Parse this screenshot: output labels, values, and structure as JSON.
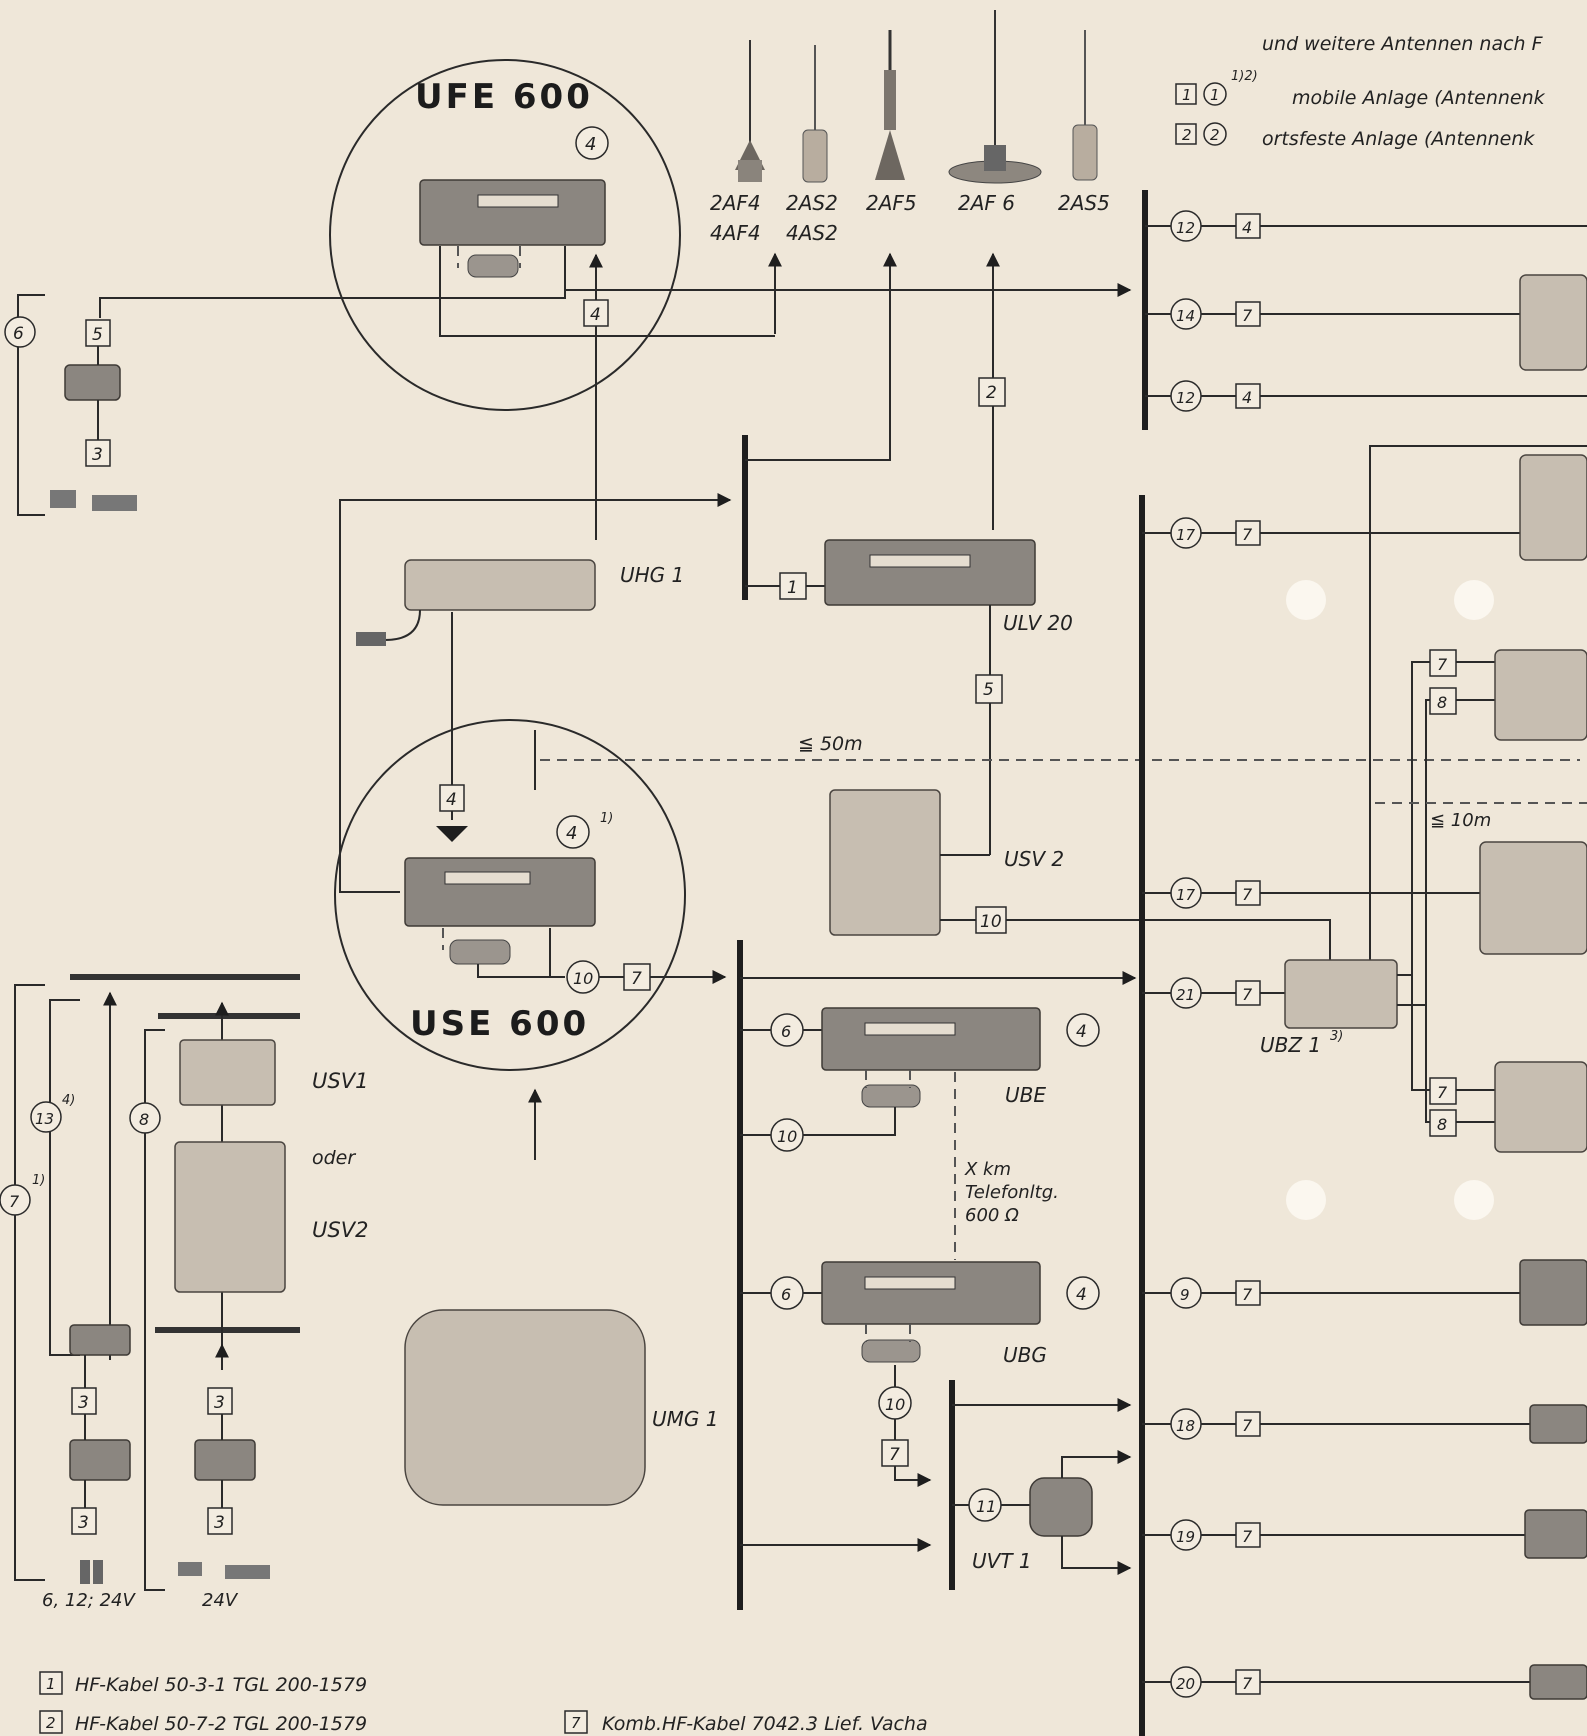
{
  "header": {
    "line1": "und weitere Antennen nach F",
    "ref1_box": "1",
    "ref1_circ": "1",
    "ref1_sup": "1)2)",
    "ref1_text": "mobile Anlage (Antennenk",
    "ref2_box": "2",
    "ref2_circ": "2",
    "ref2_text": "ortsfeste Anlage (Antennenk"
  },
  "antennas": [
    {
      "line1": "2AF4",
      "line2": "4AF4"
    },
    {
      "line1": "2AS2",
      "line2": "4AS2"
    },
    {
      "line1": "2AF5",
      "line2": ""
    },
    {
      "line1": "2AF 6",
      "line2": ""
    },
    {
      "line1": "2AS5",
      "line2": ""
    }
  ],
  "devices": {
    "ufe": "UFE 600",
    "ufe_num": "4",
    "use": "USE 600",
    "use_num": "4",
    "use_sup": "1)",
    "uhg": "UHG 1",
    "ulv": "ULV 20",
    "usv2_mid": "USV 2",
    "usv1": "USV1",
    "oder": "oder",
    "usv2_left": "USV2",
    "umg": "UMG 1",
    "ube": "UBE",
    "ube_num": "4",
    "ubg": "UBG",
    "ubg_num": "4",
    "uvt": "UVT 1",
    "ubz": "UBZ 1",
    "ubz_sup": "3)"
  },
  "annotations": {
    "dist50": "≦ 50m",
    "dist10": "≦ 10m",
    "xkm_1": "X km",
    "xkm_2": "Telefonltg.",
    "xkm_3": "600 Ω",
    "volt_left": "6, 12; 24V",
    "volt_right": "24V",
    "sup_13": "4)",
    "sup_7": "1)"
  },
  "circle_numbers": {
    "c6_left": "6",
    "c13": "13",
    "c8": "8",
    "c7_left": "7",
    "c10_use": "10",
    "c6_ube": "6",
    "c10_ube": "10",
    "c6_ubg": "6",
    "c10_ubg": "10",
    "c11": "11",
    "r12a": "12",
    "r14": "14",
    "r12b": "12",
    "r17a": "17",
    "r17b": "17",
    "r21": "21",
    "r9": "9",
    "r18": "18",
    "r19": "19",
    "r20": "20"
  },
  "box_numbers": {
    "b5_left": "5",
    "b3_left": "3",
    "b4_ufe": "4",
    "b2": "2",
    "b1": "1",
    "b5_mid": "5",
    "b4_use": "4",
    "b7_use": "7",
    "b10_usv": "10",
    "b3_a": "3",
    "b3_b": "3",
    "b3_c": "3",
    "b3_d": "3",
    "b7_ubg": "7",
    "r4a": "4",
    "r7a": "7",
    "r4b": "4",
    "r7b": "7",
    "r7c": "7",
    "r7d": "7",
    "r7e": "7",
    "r7f": "7",
    "r7g": "7",
    "r7h": "7",
    "ubz7a": "7",
    "ubz8a": "8",
    "ubz7b": "7",
    "ubz8b": "8"
  },
  "legend": {
    "item1_num": "1",
    "item1_text": "HF-Kabel 50-3-1  TGL 200-1579",
    "item2_num": "2",
    "item2_text": "HF-Kabel 50-7-2  TGL 200-1579",
    "item7_num": "7",
    "item7_text": "Komb.HF-Kabel  7042.3  Lief. Vacha"
  }
}
